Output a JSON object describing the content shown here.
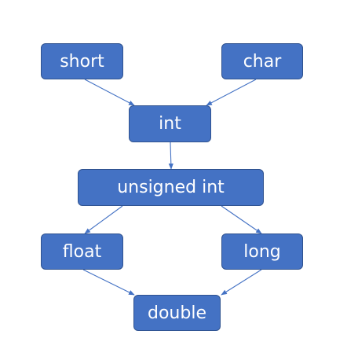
{
  "nodes": {
    "short": "short",
    "char": "char",
    "int": "int",
    "unsigned_int": "unsigned int",
    "float": "float",
    "long": "long",
    "double": "double"
  },
  "edges": [
    {
      "from": "short",
      "to": "int"
    },
    {
      "from": "char",
      "to": "int"
    },
    {
      "from": "int",
      "to": "unsigned_int"
    },
    {
      "from": "unsigned_int",
      "to": "float"
    },
    {
      "from": "unsigned_int",
      "to": "long"
    },
    {
      "from": "float",
      "to": "double"
    },
    {
      "from": "long",
      "to": "double"
    }
  ],
  "colors": {
    "node_fill": "#4472c4",
    "node_border": "#2f528f",
    "node_text": "#ffffff",
    "arrow": "#4472c4"
  }
}
